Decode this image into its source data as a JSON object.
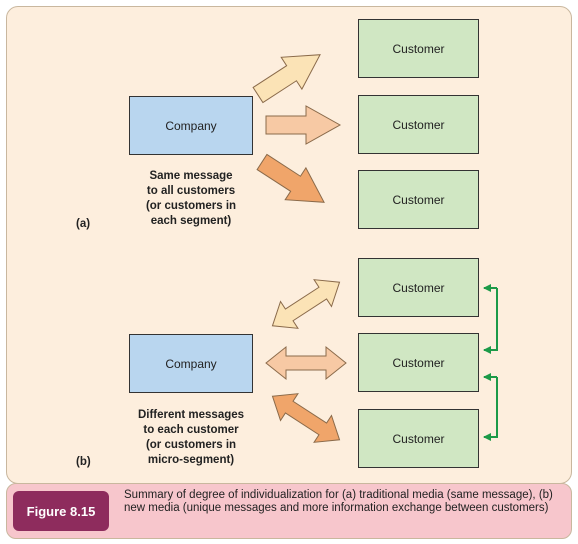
{
  "diagram": {
    "part_a": {
      "label": "(a)",
      "company": "Company",
      "customers": [
        "Customer",
        "Customer",
        "Customer"
      ],
      "caption": [
        "Same message",
        "to all customers",
        "(or customers in",
        "each segment)"
      ]
    },
    "part_b": {
      "label": "(b)",
      "company": "Company",
      "customers": [
        "Customer",
        "Customer",
        "Customer"
      ],
      "caption": [
        "Different messages",
        "to each customer",
        "(or customers in",
        "micro-segment)"
      ]
    }
  },
  "figure": {
    "tag": "Figure 8.15",
    "caption": "Summary of degree of individualization for (a) traditional media (same message), (b) new media (unique messages and more information exchange between customers)"
  },
  "colors": {
    "panel": "#fdeedd",
    "company": "#b9d6ef",
    "customer": "#d0e7c3",
    "arrow_light": "#fbe3b6",
    "arrow_mid": "#f7c9a4",
    "arrow_dark": "#f0a56a",
    "exchange": "#1c9a48",
    "figure_tag": "#8e2c5d",
    "figure_bar": "#f7c6cc"
  }
}
